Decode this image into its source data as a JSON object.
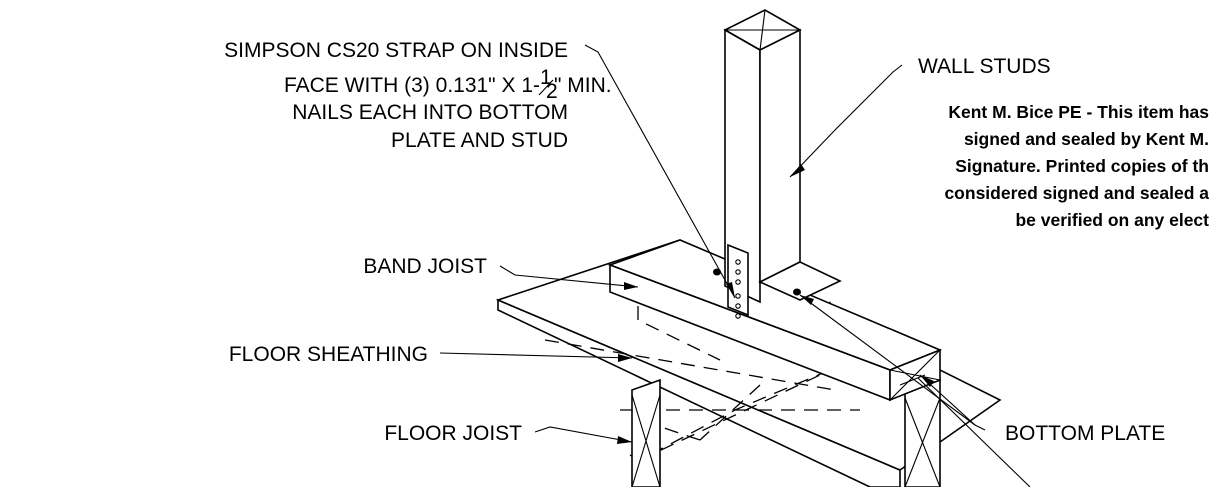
{
  "labels": {
    "strap_line1": "SIMPSON CS20 STRAP ON INSIDE",
    "strap_line2": "FACE WITH (3) 0.131\" X 1-",
    "strap_line3": "NAILS EACH INTO BOTTOM",
    "strap_line4": "PLATE AND STUD",
    "wall_studs": "WALL STUDS",
    "band_joist": "BAND JOIST",
    "floor_sheathing": "FLOOR SHEATHING",
    "floor_joist": "FLOOR JOIST",
    "bottom_plate": "BOTTOM PLATE"
  },
  "fraction": {
    "numerator": "1",
    "denominator": "2",
    "suffix": "\" MIN."
  },
  "seal": {
    "line1": "Kent M. Bice PE - This item has",
    "line2": "signed and sealed by Kent M.",
    "line3": "Signature. Printed copies of th",
    "line4": "considered signed and sealed a",
    "line5": "be verified on any elect"
  }
}
